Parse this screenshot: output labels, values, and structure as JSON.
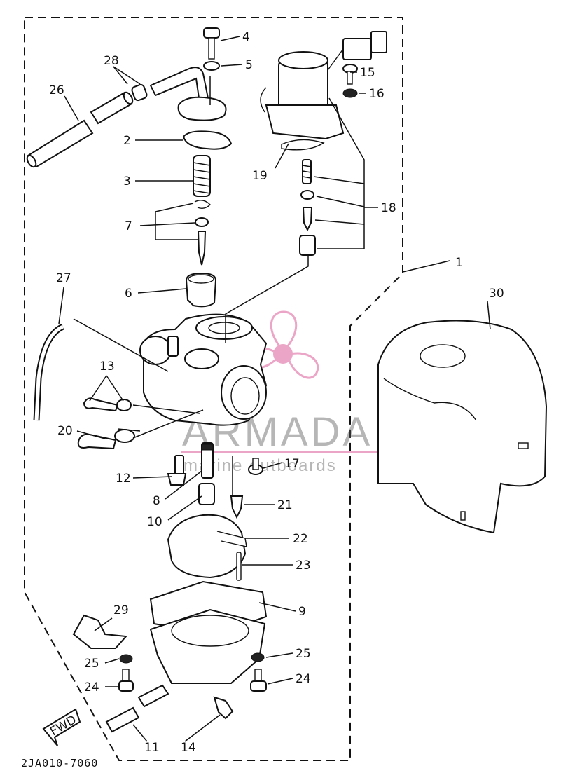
{
  "diagram": {
    "drawing_code": "2JA010-7060",
    "direction_label": "FWD",
    "watermark": {
      "brand": "ARMADA",
      "tagline": "marine outboards",
      "accent_color": "#e78fb8"
    },
    "callouts": [
      {
        "id": "c1",
        "text": "1"
      },
      {
        "id": "c2",
        "text": "2"
      },
      {
        "id": "c3",
        "text": "3"
      },
      {
        "id": "c4",
        "text": "4"
      },
      {
        "id": "c5",
        "text": "5"
      },
      {
        "id": "c6",
        "text": "6"
      },
      {
        "id": "c7",
        "text": "7"
      },
      {
        "id": "c8",
        "text": "8"
      },
      {
        "id": "c9",
        "text": "9"
      },
      {
        "id": "c10",
        "text": "10"
      },
      {
        "id": "c11",
        "text": "11"
      },
      {
        "id": "c12",
        "text": "12"
      },
      {
        "id": "c13",
        "text": "13"
      },
      {
        "id": "c14",
        "text": "14"
      },
      {
        "id": "c15",
        "text": "15"
      },
      {
        "id": "c16",
        "text": "16"
      },
      {
        "id": "c17",
        "text": "17"
      },
      {
        "id": "c18",
        "text": "18"
      },
      {
        "id": "c19",
        "text": "19"
      },
      {
        "id": "c20",
        "text": "20"
      },
      {
        "id": "c21",
        "text": "21"
      },
      {
        "id": "c22",
        "text": "22"
      },
      {
        "id": "c23",
        "text": "23"
      },
      {
        "id": "c24a",
        "text": "24"
      },
      {
        "id": "c24b",
        "text": "24"
      },
      {
        "id": "c25a",
        "text": "25"
      },
      {
        "id": "c25b",
        "text": "25"
      },
      {
        "id": "c26",
        "text": "26"
      },
      {
        "id": "c27",
        "text": "27"
      },
      {
        "id": "c28",
        "text": "28"
      },
      {
        "id": "c29",
        "text": "29"
      },
      {
        "id": "c30",
        "text": "30"
      }
    ]
  }
}
